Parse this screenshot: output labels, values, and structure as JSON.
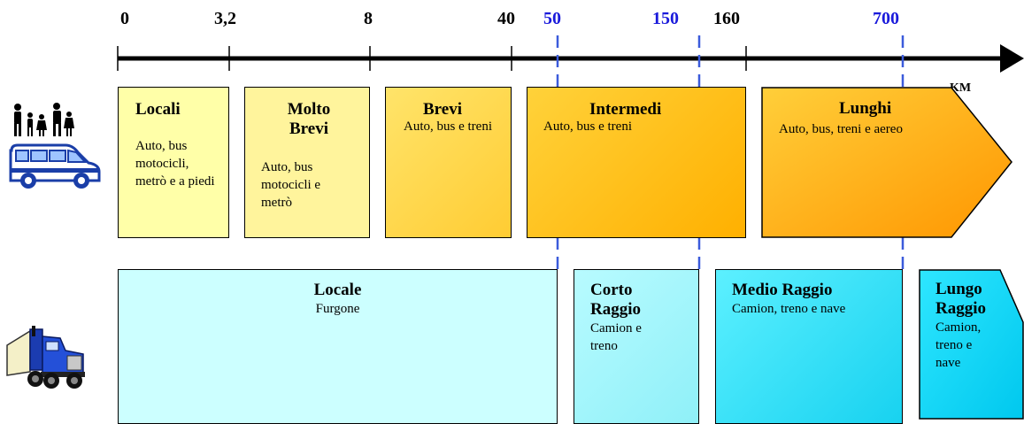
{
  "axis": {
    "ticks": [
      "0",
      "3,2",
      "8",
      "40",
      "160"
    ],
    "blue_ticks": [
      "50",
      "150",
      "700"
    ],
    "unit": "KM",
    "blue_color": "#1a1adb"
  },
  "passenger_segments": [
    {
      "title": "Locali",
      "desc": "Auto, bus motocicli, metrò e a piedi"
    },
    {
      "title": "Molto Brevi",
      "desc": "Auto, bus motocicli e metrò"
    },
    {
      "title": "Brevi",
      "desc": "Auto, bus e treni"
    },
    {
      "title": "Intermedi",
      "desc": "Auto, bus e treni"
    },
    {
      "title": "Lunghi",
      "desc": "Auto, bus, treni e aereo"
    }
  ],
  "freight_segments": [
    {
      "title": "Locale",
      "desc": "Furgone"
    },
    {
      "title": "Corto Raggio",
      "desc": "Camion e treno"
    },
    {
      "title": "Medio Raggio",
      "desc": "Camion, treno e nave"
    },
    {
      "title": "Lungo Raggio",
      "desc": "Camion, treno e nave"
    }
  ],
  "icons": [
    "family-icon",
    "minibus-icon",
    "truck-icon"
  ]
}
